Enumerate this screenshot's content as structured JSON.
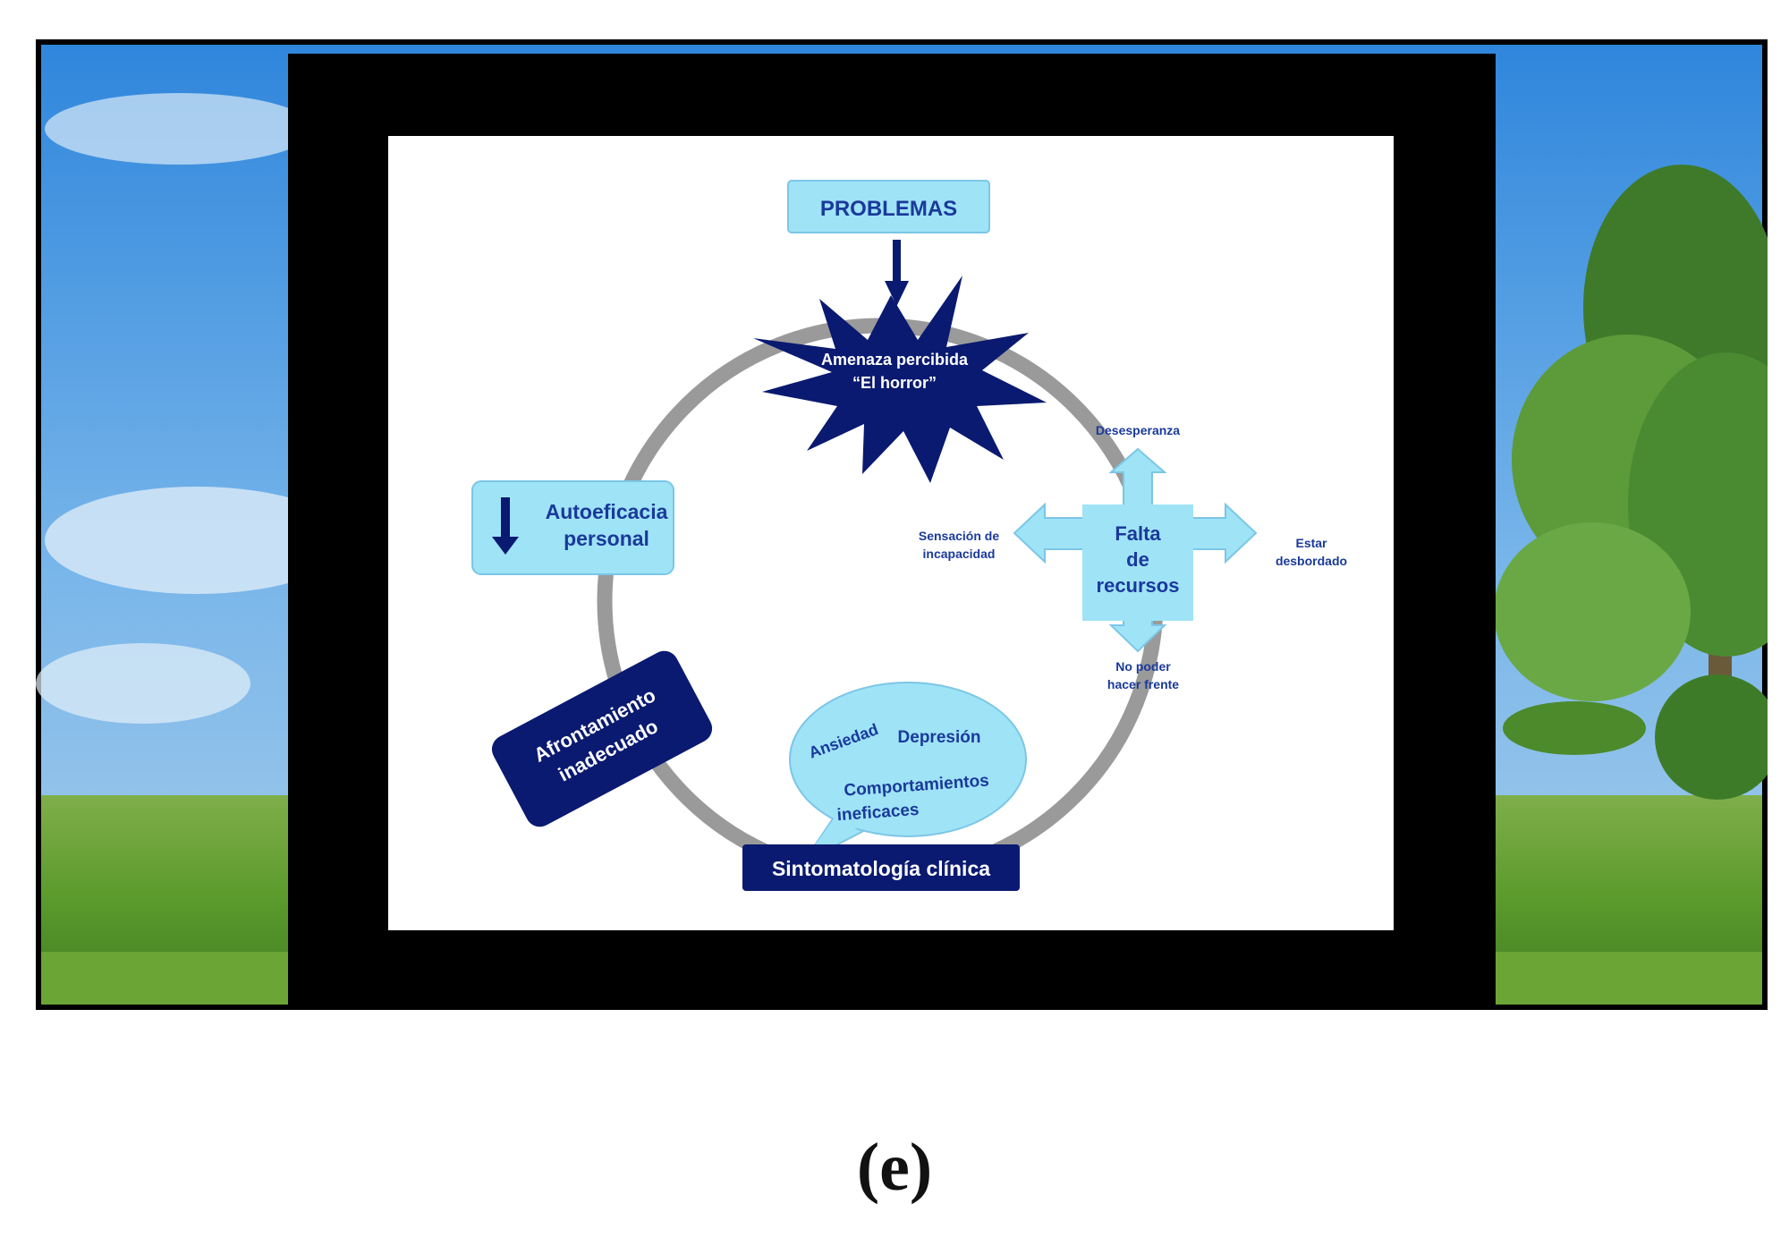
{
  "caption": "(e)",
  "diagram": {
    "top_box": "PROBLEMAS",
    "threat_line1": "Amenaza percibida",
    "threat_line2": "“El horror”",
    "self_efficacy_line1": "Autoeficacia",
    "self_efficacy_line2": "personal",
    "resources_line1": "Falta",
    "resources_line2": "de",
    "resources_line3": "recursos",
    "up_label": "Desesperanza",
    "left_label_line1": "Sensación de",
    "left_label_line2": "incapacidad",
    "right_label_line1": "Estar",
    "right_label_line2": "desbordado",
    "down_label_line1": "No poder",
    "down_label_line2": "hacer frente",
    "coping_line1": "Afrontamiento",
    "coping_line2": "inadecuado",
    "bubble_anxiety": "Ansiedad",
    "bubble_depression": "Depresión",
    "bubble_behaviors_line1": "Comportamientos",
    "bubble_behaviors_line2": "ineficaces",
    "symptoms_box": "Sintomatología clínica"
  },
  "colors": {
    "navy": "#0a1a70",
    "light_blue": "#9fe3f7",
    "ring_gray": "#9a9a9a",
    "sky": "#3c8fe0",
    "grass": "#5d9a2e"
  }
}
